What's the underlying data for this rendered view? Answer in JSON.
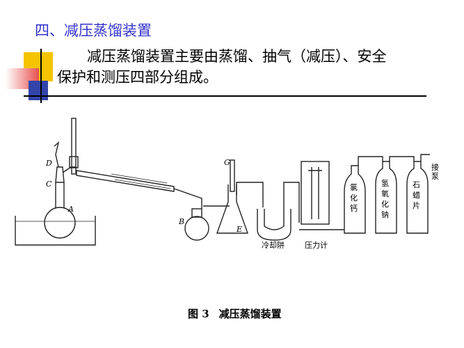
{
  "slide": {
    "title": "四、减压蒸馏装置",
    "body_line1": "减压蒸馏装置主要由蒸馏、抽气（减压）、安全",
    "body_line2": "保护和测压四部分组成。"
  },
  "figure": {
    "labels": {
      "A": "A",
      "B": "B",
      "C": "C",
      "D": "D",
      "E": "E",
      "G": "G",
      "condenser_trap": "冷却阱",
      "manometer": "压力计",
      "bottle1": "氯化钙",
      "bottle2": "氢氧化钠",
      "bottle3": "石蜡片",
      "pump": "接泵"
    },
    "caption_fig": "图 3",
    "caption_title": "减压蒸馏装置"
  },
  "colors": {
    "title": "#3333cc",
    "deco_yellow": "#f5c400",
    "deco_red": "#e03030",
    "deco_blue": "#2233aa"
  }
}
